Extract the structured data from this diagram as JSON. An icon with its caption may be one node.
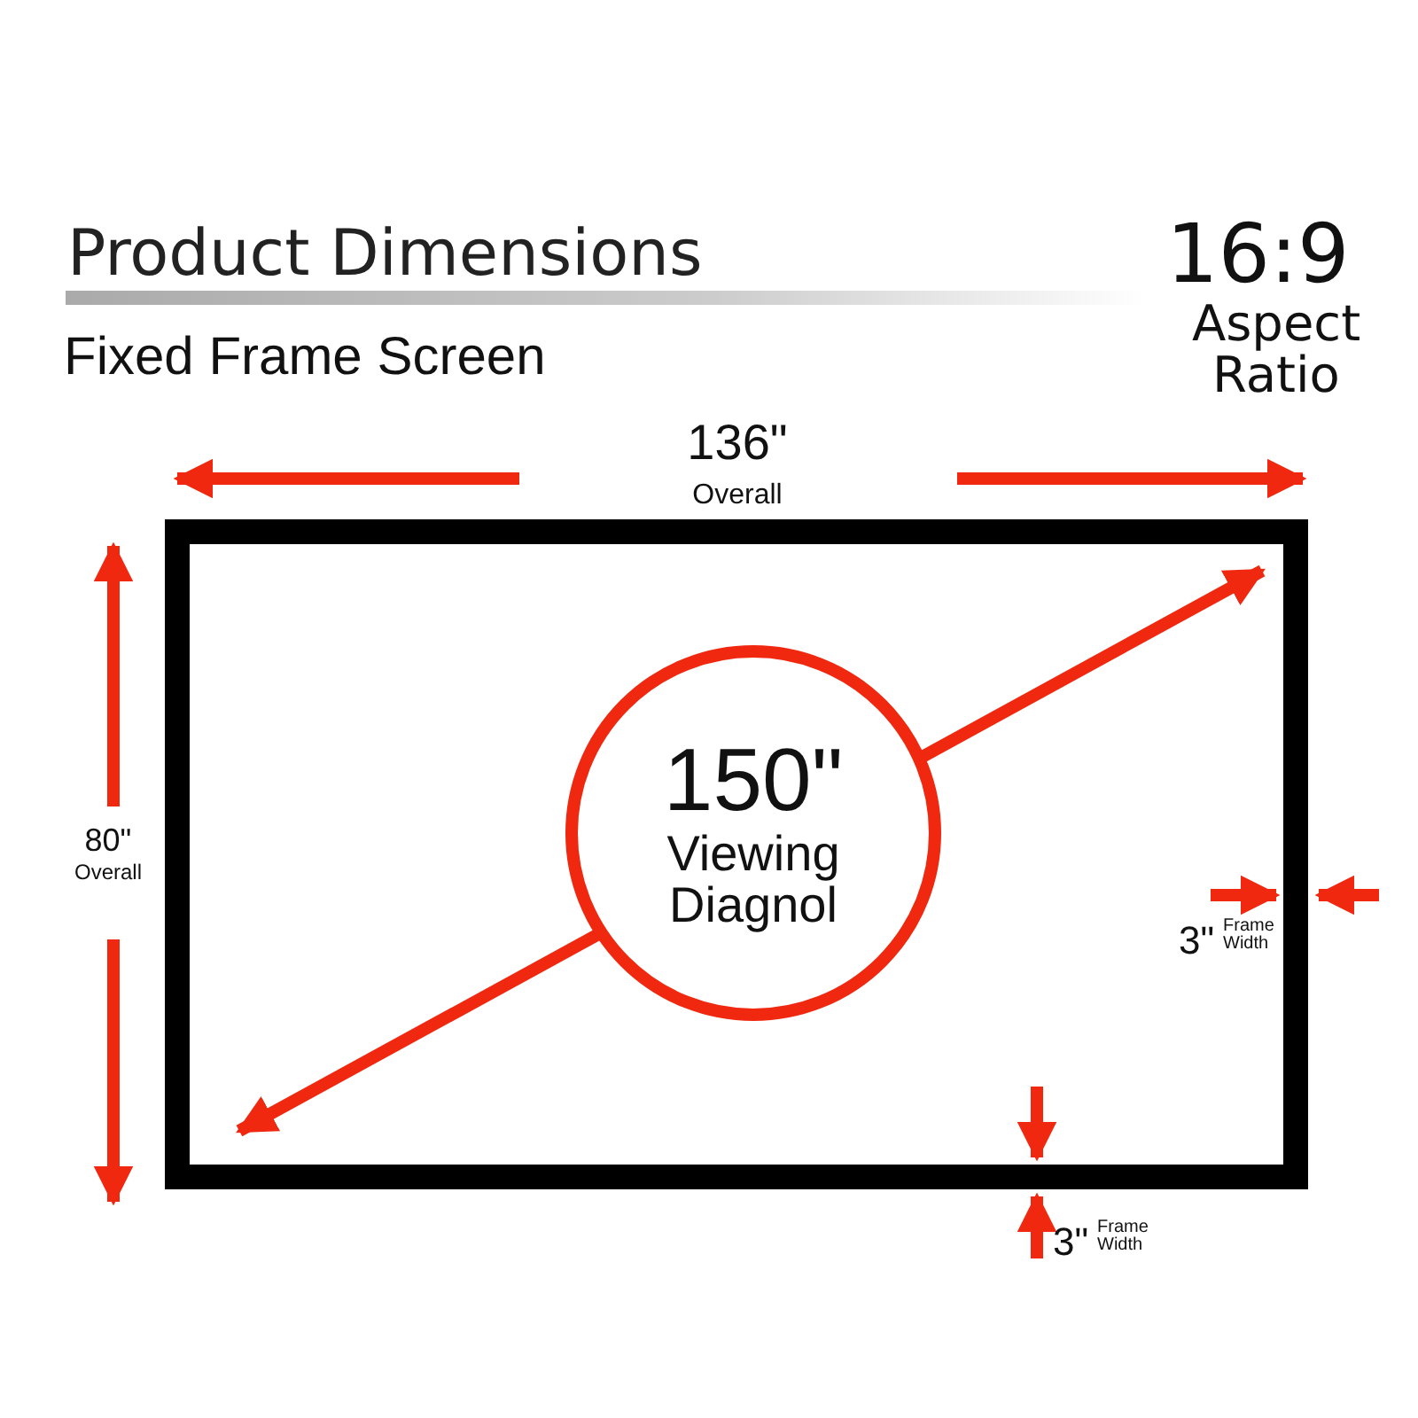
{
  "diagram": {
    "title": "Product Dimensions",
    "nodes": [
      {
        "text": [
          "150\"",
          "Viewing Diagnol"
        ]
      }
    ],
    "labels": [
      "Fixed Frame Screen",
      "16:9",
      "Aspect Ratio",
      "136\"",
      "Overall",
      "80\"",
      "Overall",
      "3\"",
      "Frame Width",
      "3\"",
      "Frame Width"
    ]
  }
}
